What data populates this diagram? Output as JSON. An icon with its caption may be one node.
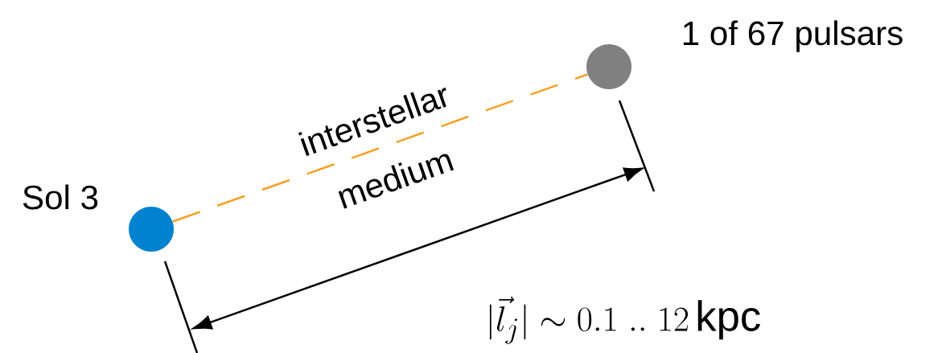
{
  "diagram": {
    "nodes": [
      {
        "text": [],
        "shape": "circle",
        "beside": [
          "Sol 3"
        ]
      },
      {
        "text": [],
        "shape": "circle",
        "beside": [
          "1 of 67 pulsars"
        ]
      }
    ],
    "edges": [
      {
        "from": 0,
        "to": 1,
        "arrow": "none",
        "label": "interstellar medium",
        "style": "dashed",
        "color": "#f5a023"
      }
    ],
    "labels": [
      "|\\vec{l}_j| \\sim 0.1\\;..\\;12\\,\\mathrm{kpc}"
    ]
  }
}
